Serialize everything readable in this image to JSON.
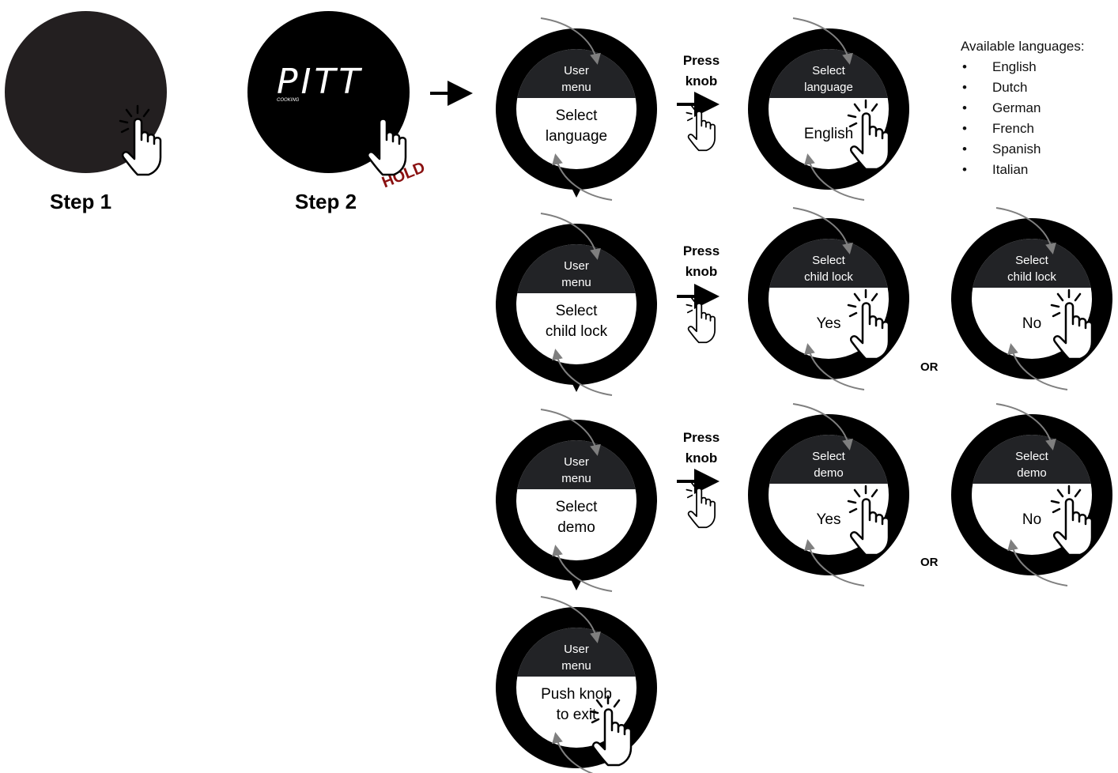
{
  "steps": {
    "step1": "Step 1",
    "step2": "Step 2",
    "hold": "HOLD",
    "logo": "PITT",
    "logo_sub": "COOKING"
  },
  "menu": {
    "header_line1": "User",
    "header_line2": "menu",
    "language": [
      "Select",
      "language"
    ],
    "child_lock": [
      "Select",
      "child lock"
    ],
    "demo": [
      "Select",
      "demo"
    ],
    "exit": [
      "Push knob",
      "to exit"
    ]
  },
  "press_knob": [
    "Press",
    "knob"
  ],
  "results": {
    "language": {
      "header": [
        "Select",
        "language"
      ],
      "value": "English"
    },
    "child_lock_yes": {
      "header": [
        "Select",
        "child lock"
      ],
      "value": "Yes"
    },
    "child_lock_no": {
      "header": [
        "Select",
        "child lock"
      ],
      "value": "No"
    },
    "demo_yes": {
      "header": [
        "Select",
        "demo"
      ],
      "value": "Yes"
    },
    "demo_no": {
      "header": [
        "Select",
        "demo"
      ],
      "value": "No"
    }
  },
  "or_label": "OR",
  "languages": {
    "title": "Available languages:",
    "items": [
      "English",
      "Dutch",
      "German",
      "French",
      "Spanish",
      "Italian"
    ]
  },
  "colors": {
    "knob_ring": "#000000",
    "header_band": "#222326",
    "step_circle": "#231f20",
    "hold_text": "#8a1111",
    "rotate_arrow": "#7f7f7f"
  }
}
